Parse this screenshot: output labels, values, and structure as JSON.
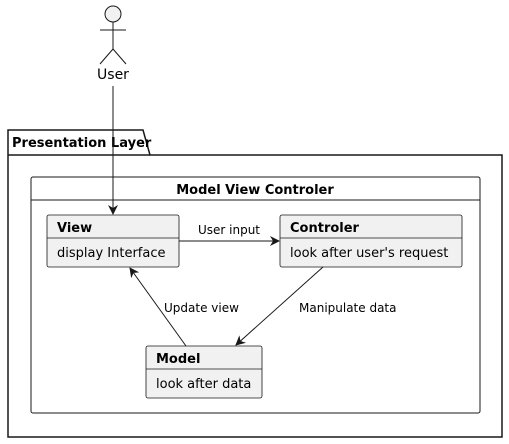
{
  "actor": {
    "label": "User",
    "icon": "stick-figure-icon"
  },
  "package": {
    "label": "Presentation Layer"
  },
  "frame": {
    "label": "Model View Controler"
  },
  "classes": {
    "view": {
      "name": "View",
      "body": "display Interface"
    },
    "controler": {
      "name": "Controler",
      "body": "look after user's request"
    },
    "model": {
      "name": "Model",
      "body": "look after data"
    }
  },
  "relations": {
    "user_input": "User input",
    "manipulate_data": "Manipulate data",
    "update_view": "Update view"
  },
  "colors": {
    "node_fill": "#f1f1f1",
    "stroke": "#181818",
    "background": "#ffffff"
  }
}
